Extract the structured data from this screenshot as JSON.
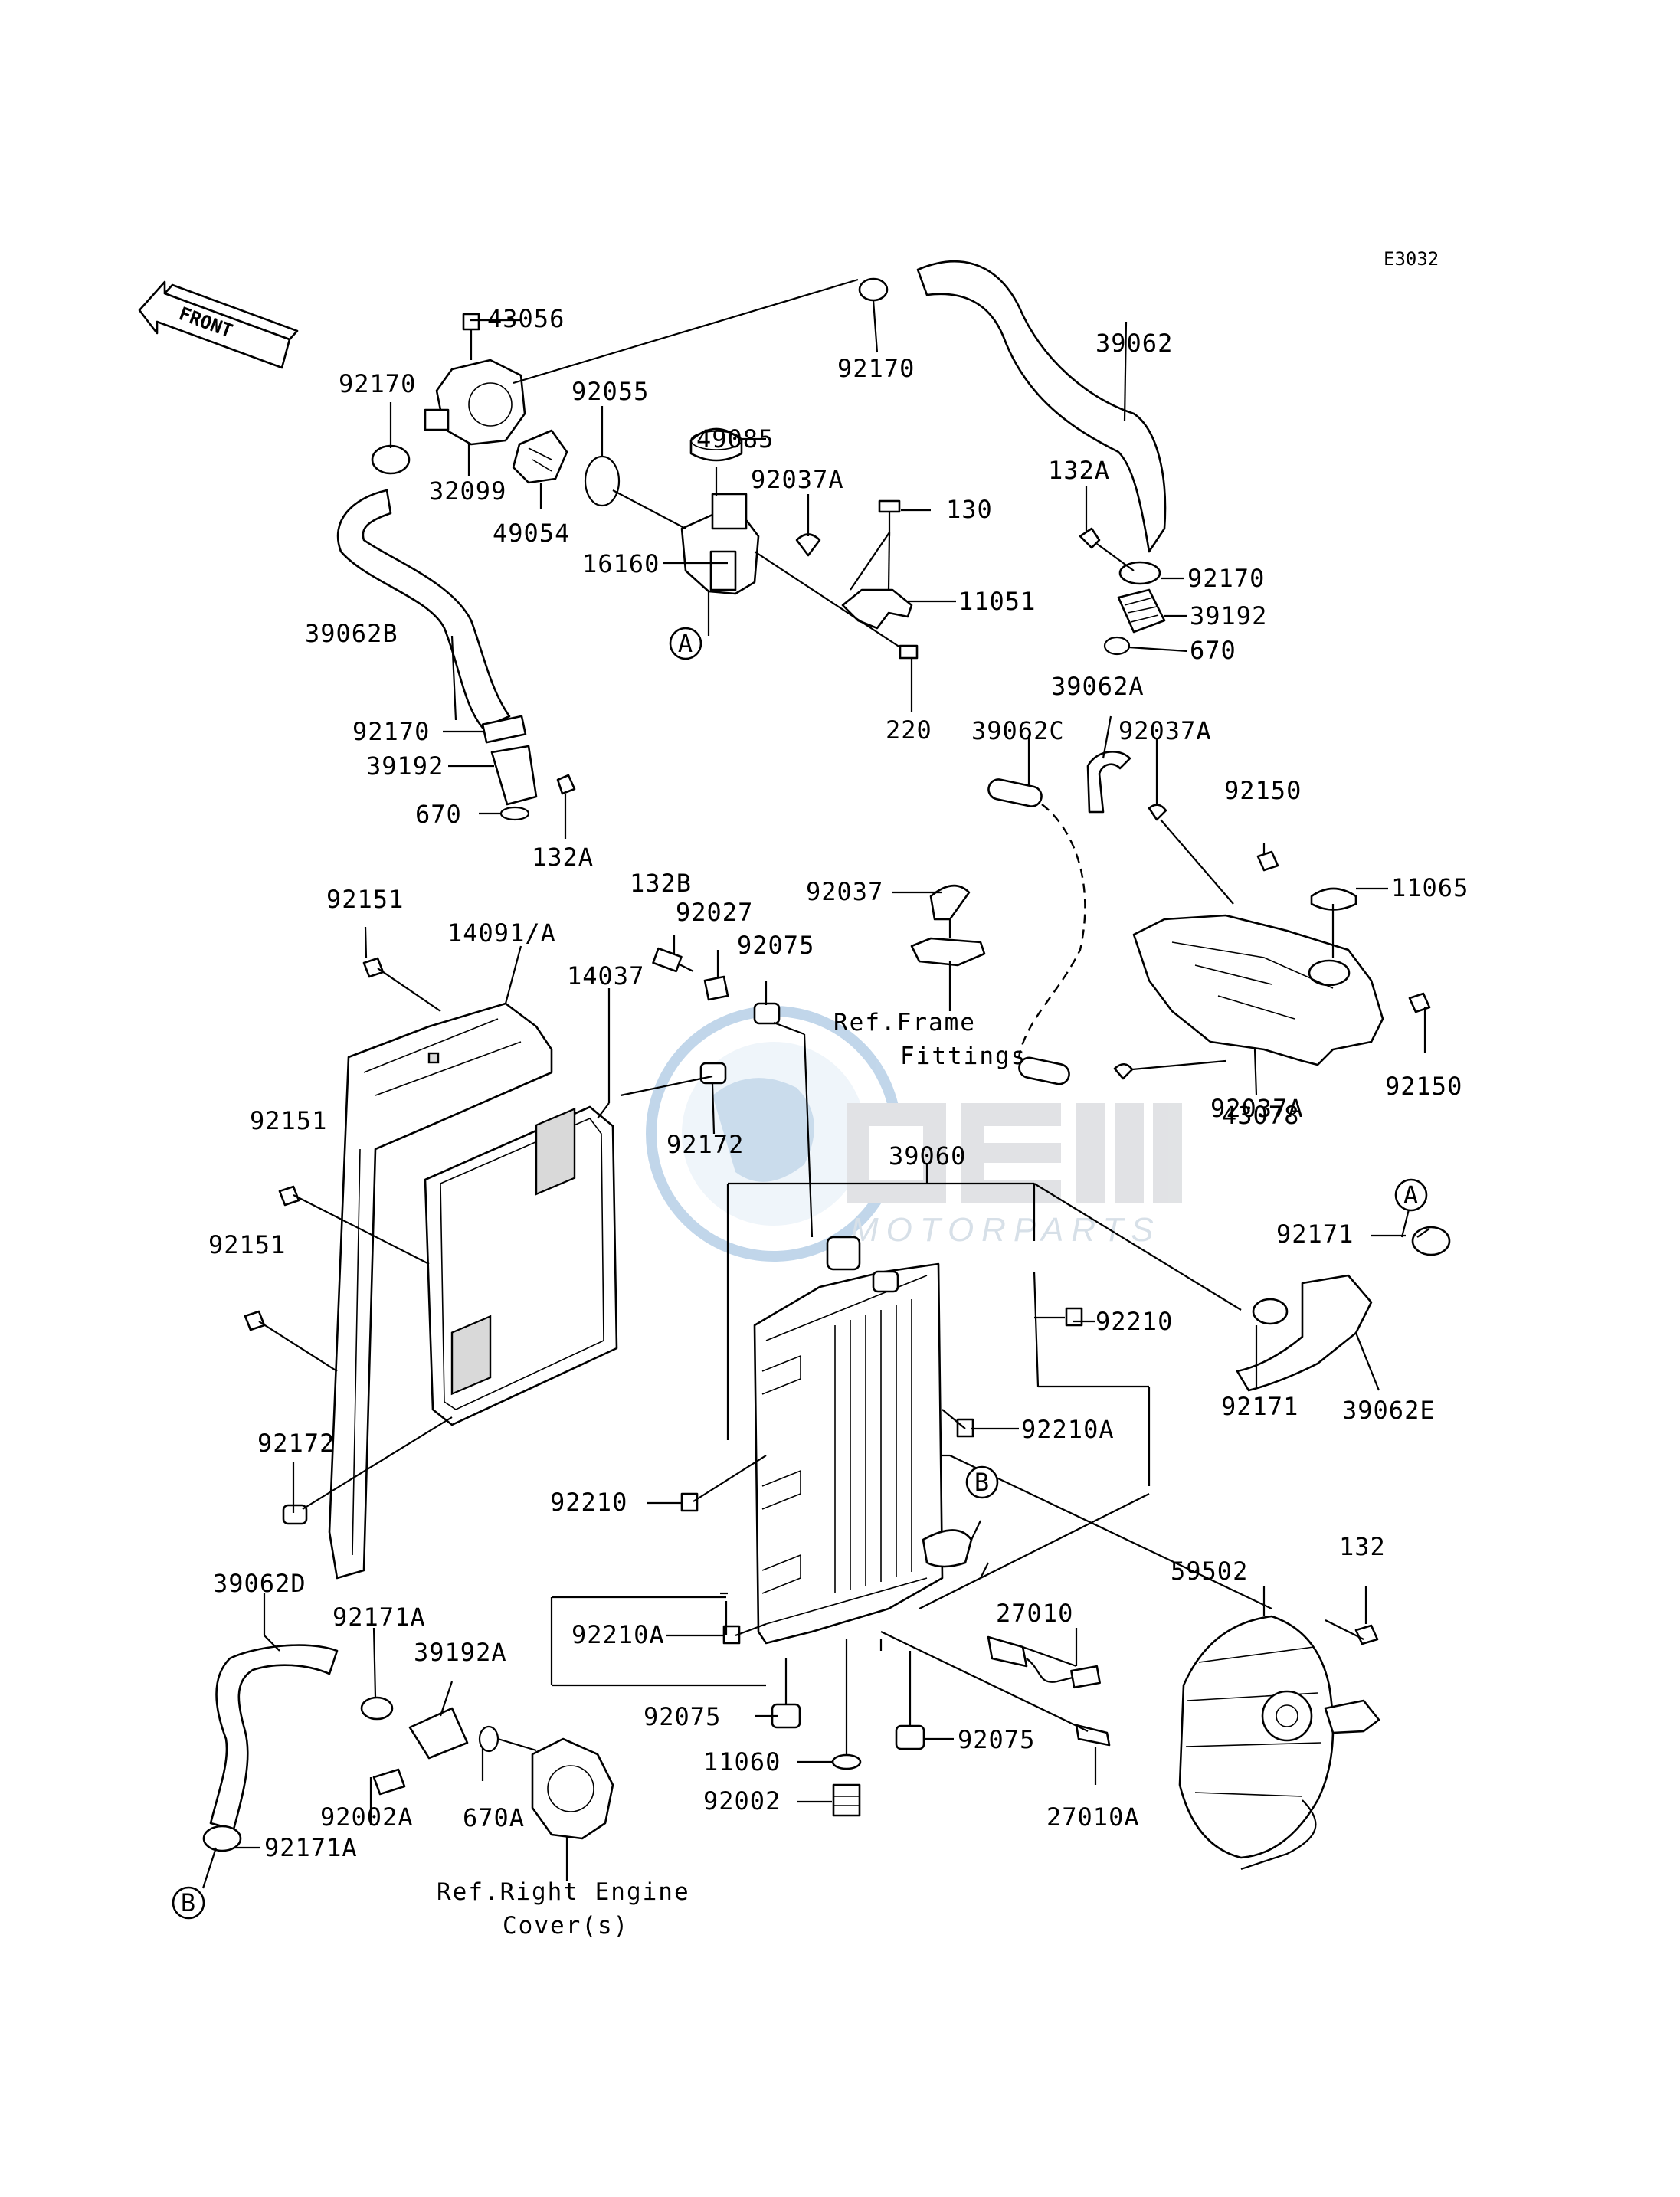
{
  "diagram_code": "E3032",
  "front_label": "FRONT",
  "watermark": {
    "brand": "OEM",
    "sub": "MOTORPARTS",
    "color": "#2a8fd6"
  },
  "parts": [
    "43056",
    "92170",
    "92170",
    "92055",
    "32099",
    "49054",
    "49085",
    "92037A",
    "130",
    "16160",
    "11051",
    "39062",
    "132A",
    "92170",
    "39192",
    "670",
    "39062B",
    "220",
    "92170",
    "39192",
    "670",
    "132A",
    "39062A",
    "39062C",
    "92037A",
    "92150",
    "11065",
    "92037",
    "92151",
    "14091/A",
    "132B",
    "92027",
    "92075",
    "14037",
    "92172",
    "92037A",
    "43078",
    "92150",
    "92151",
    "39060",
    "92151",
    "92171",
    "92210",
    "92171",
    "39062E",
    "92210A",
    "92172",
    "92210",
    "132",
    "59502",
    "27010",
    "92210A",
    "39062D",
    "92171A",
    "39192A",
    "92075",
    "11060",
    "92075",
    "92002A",
    "670A",
    "92002",
    "27010A",
    "92171A"
  ],
  "callouts": {
    "A": "A",
    "B": "B"
  },
  "notes": {
    "frame_1": "Ref.Frame",
    "frame_2": "Fittings",
    "cover_1": "Ref.Right Engine",
    "cover_2": "Cover(s)"
  }
}
